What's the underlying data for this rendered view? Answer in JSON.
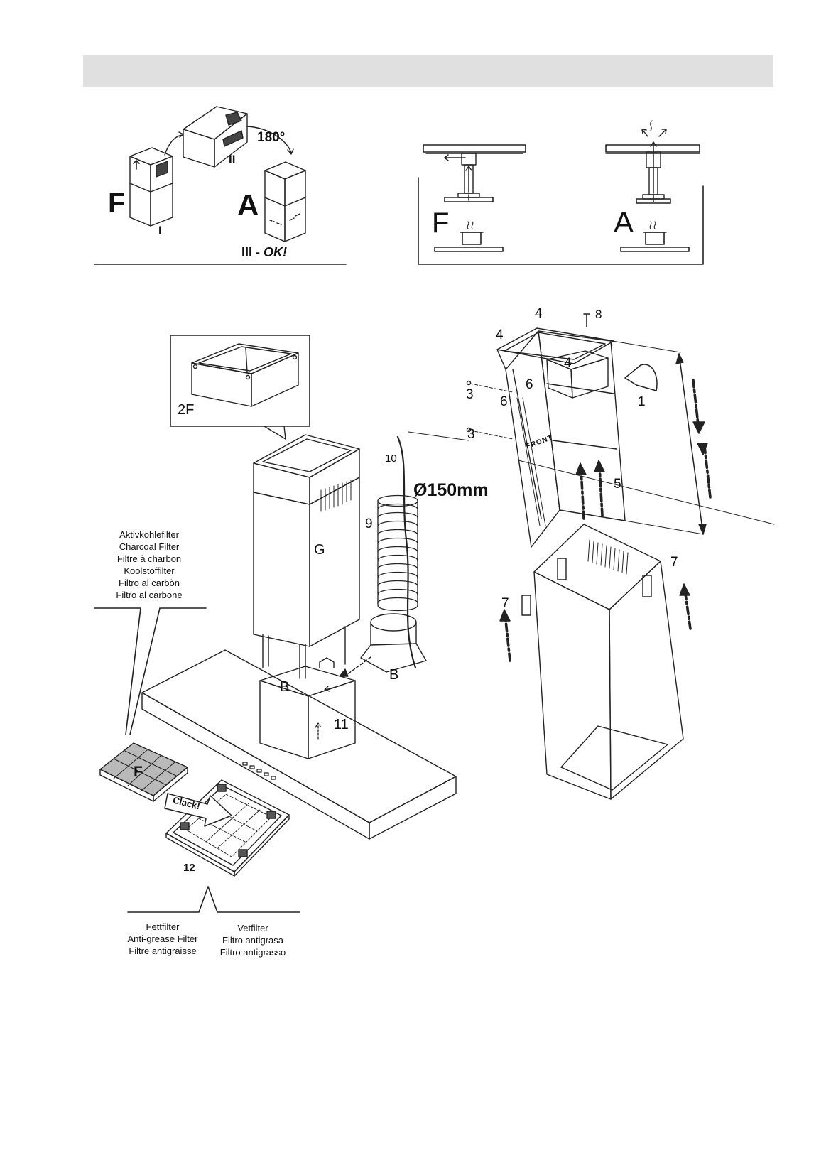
{
  "header": {
    "bar_color": "#e0e0e0"
  },
  "top_left": {
    "label_f": "F",
    "label_a": "A",
    "label_i": "I",
    "label_ii": "II",
    "rotation": "180°",
    "step_prefix": "III -",
    "step_ok": "OK!"
  },
  "top_right": {
    "label_f": "F",
    "label_a": "A"
  },
  "left_assembly": {
    "inset_label": "2F",
    "label_g": "G",
    "label_b_left": "B",
    "label_b_right": "B",
    "label_9": "9",
    "label_10": "10",
    "label_11": "11",
    "label_12": "12",
    "diameter": "Ø150mm",
    "filter_f": "F",
    "clack": "Clack!"
  },
  "charcoal_filter_names": [
    "Aktivkohlefilter",
    "Charcoal  Filter",
    "Filtre  à  charbon",
    "Koolstoffilter",
    "Filtro  al  carbòn",
    "Filtro  al  carbone"
  ],
  "grease_filter_names_left": [
    "Fettfilter",
    "Anti-grease  Filter",
    "Filtre  antigraisse"
  ],
  "grease_filter_names_right": [
    "Vetfilter",
    "Filtro  antigrasa",
    "Filtro  antigrasso"
  ],
  "right_assembly": {
    "n1": "1",
    "n3a": "3",
    "n3b": "3",
    "n4a": "4",
    "n4b": "4",
    "n4c": "4",
    "n5": "5",
    "n6a": "6",
    "n6b": "6",
    "n7a": "7",
    "n7b": "7",
    "n8": "8",
    "front": "FRONT"
  }
}
